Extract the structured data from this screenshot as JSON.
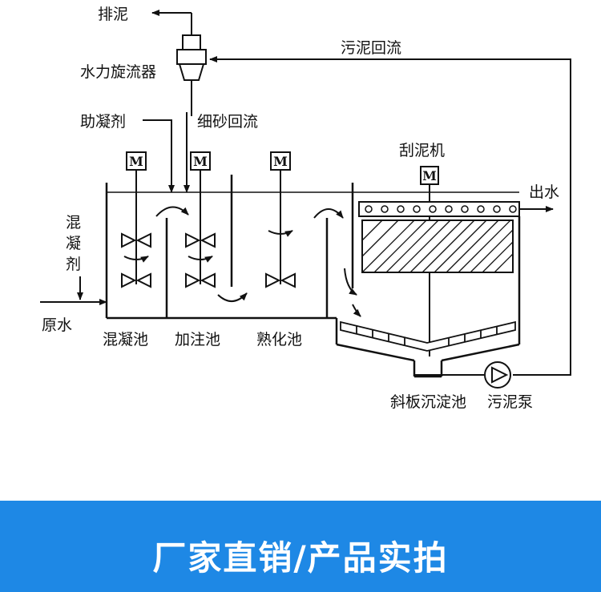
{
  "diagram": {
    "labels": {
      "sludge_discharge": "排泥",
      "hydrocyclone": "水力旋流器",
      "sludge_return": "污泥回流",
      "coagulant_aid": "助凝剂",
      "fine_sand_return": "细砂回流",
      "scraper": "刮泥机",
      "outlet_water": "出水",
      "coagulant": [
        "混",
        "凝",
        "剂"
      ],
      "raw_water": "原水",
      "coagulation_tank": "混凝池",
      "dosing_tank": "加注池",
      "maturation_tank": "熟化池",
      "inclined_plate_settler": "斜板沉淀池",
      "sludge_pump": "污泥泵"
    },
    "motor_symbol": "M"
  },
  "banner": {
    "text": "厂家直销/产品实拍",
    "background": "#1e88e5",
    "text_color": "#ffffff"
  }
}
